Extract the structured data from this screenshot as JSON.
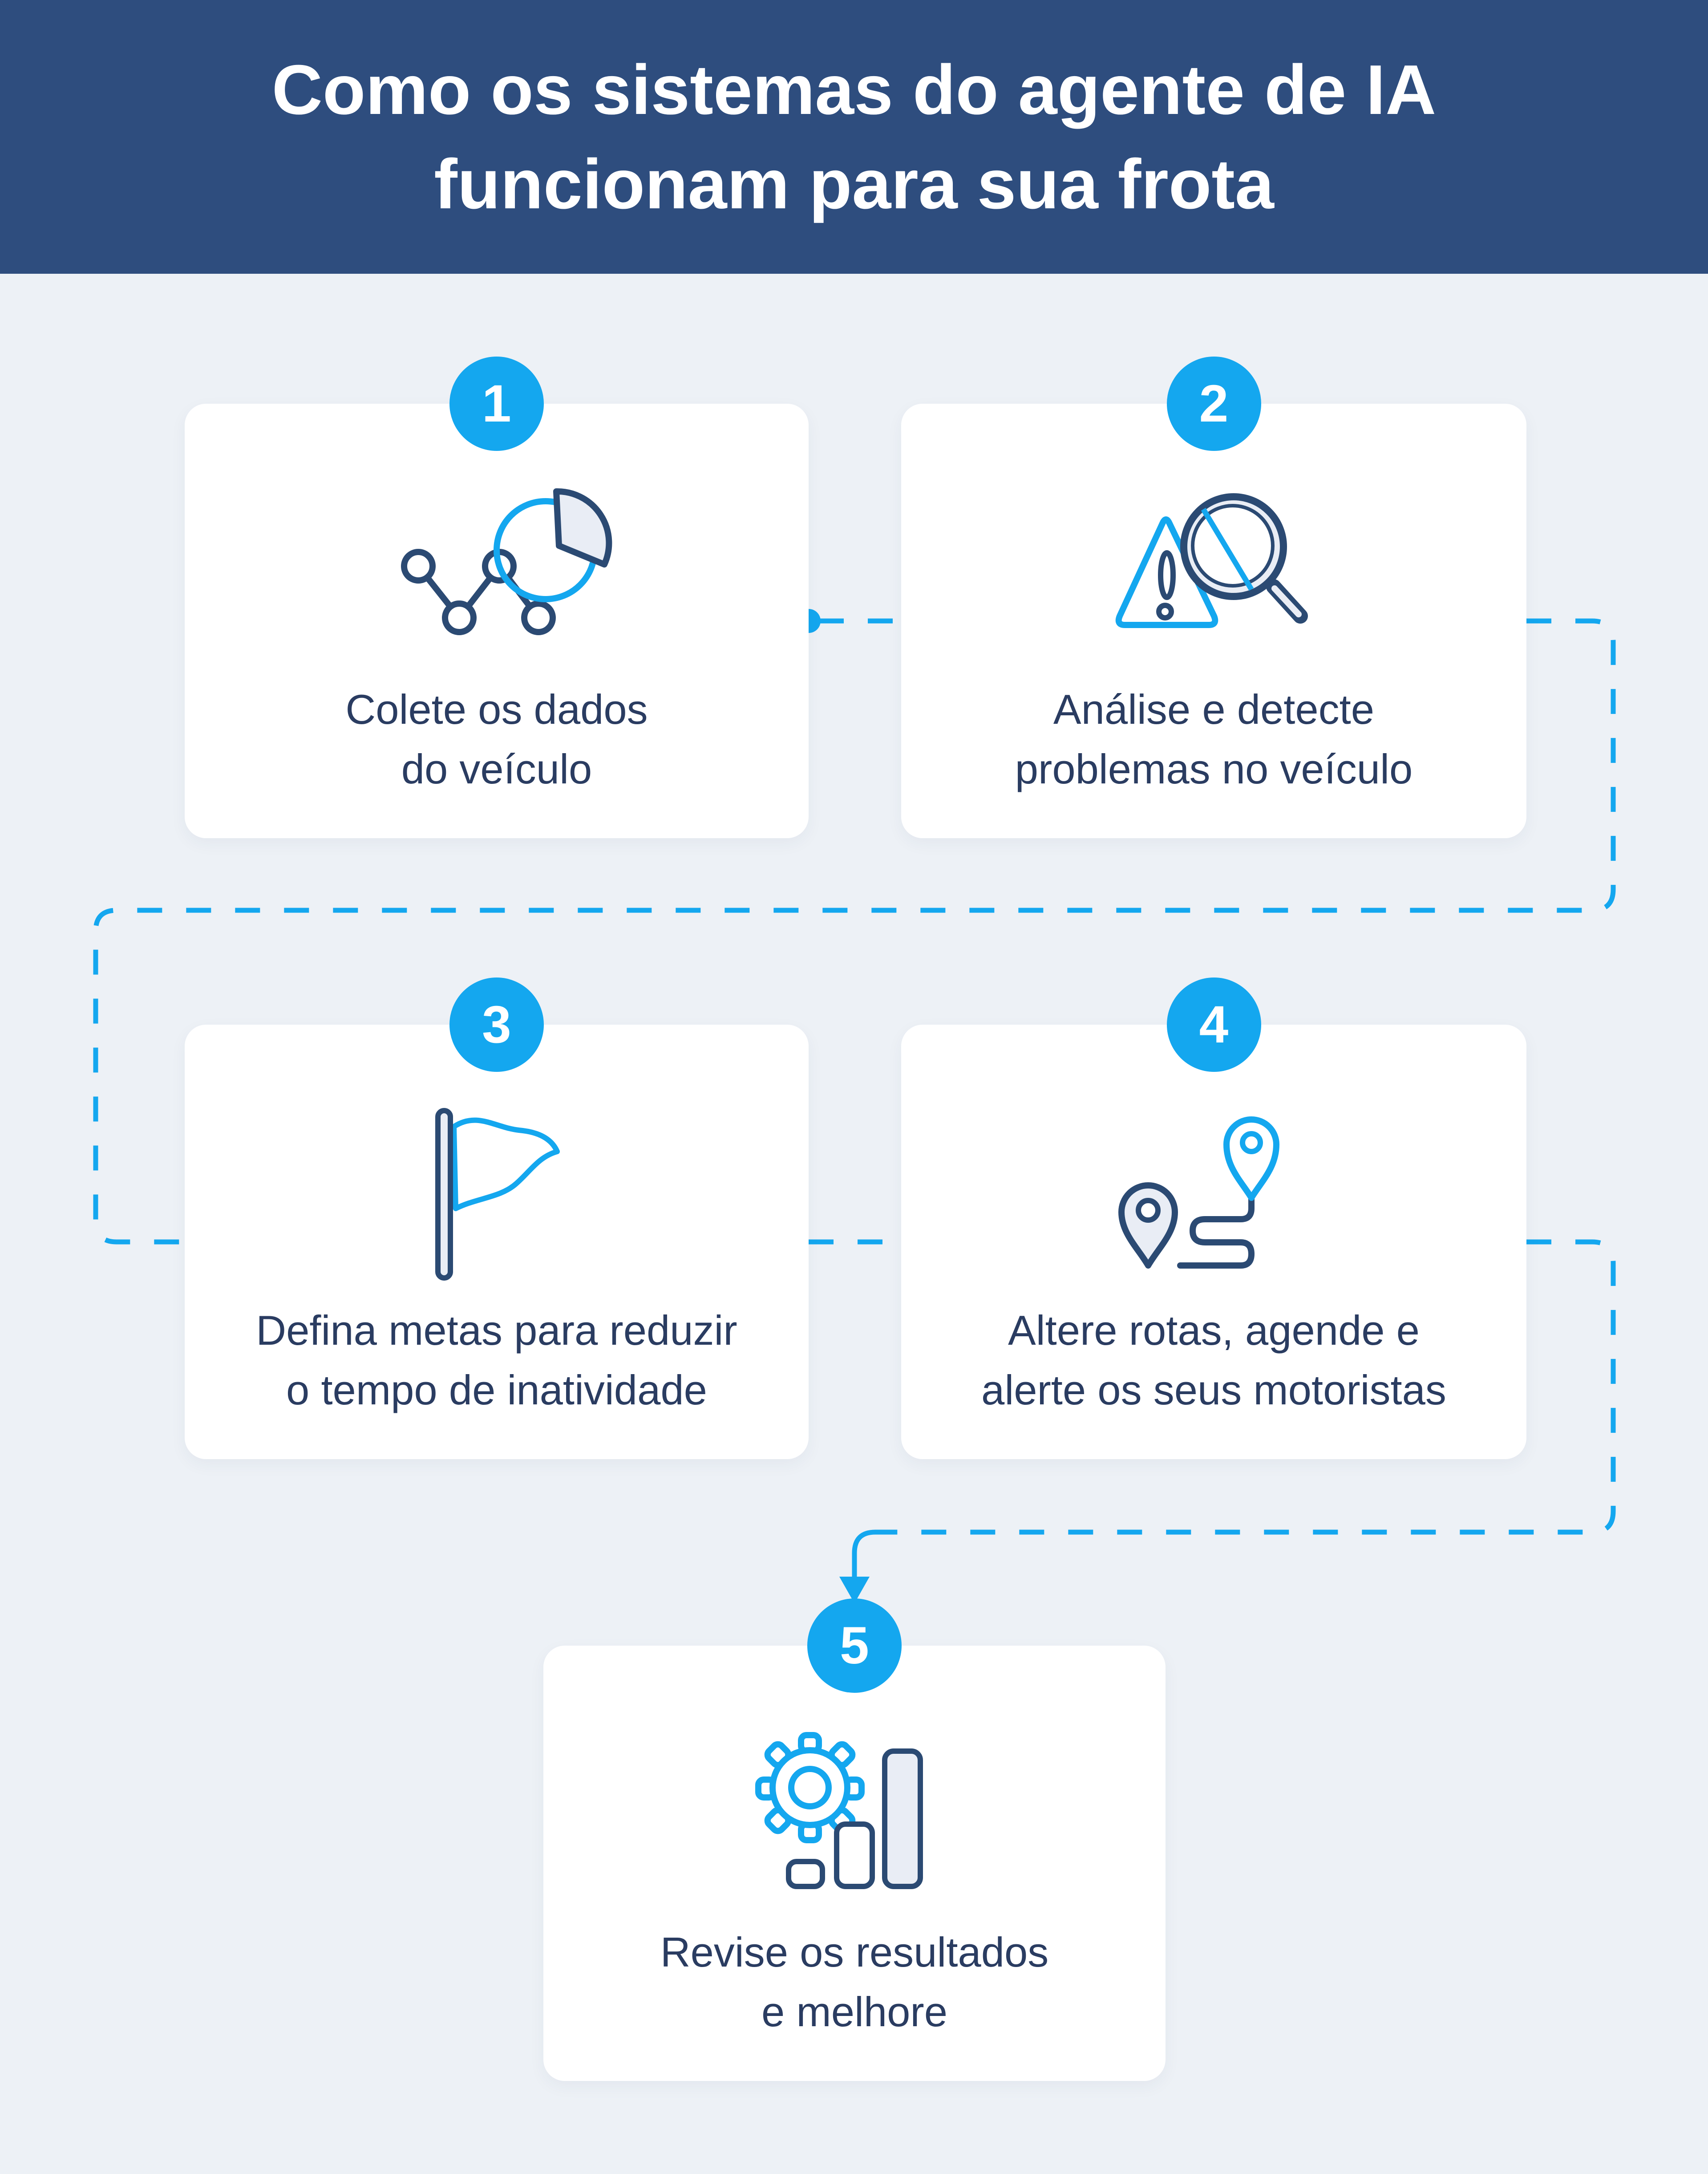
{
  "header": {
    "title_line1": "Como os sistemas do agente de IA",
    "title_line2": "funcionam para sua frota"
  },
  "steps": [
    {
      "number": "1",
      "label_line1": "Colete os dados",
      "label_line2": "do veículo",
      "icon": "vehicle-data-chart-icon"
    },
    {
      "number": "2",
      "label_line1": "Análise e detecte",
      "label_line2": "problemas no veículo",
      "icon": "alert-magnifier-icon"
    },
    {
      "number": "3",
      "label_line1": "Defina metas para reduzir",
      "label_line2": "o tempo de inatividade",
      "icon": "goal-flag-icon"
    },
    {
      "number": "4",
      "label_line1": "Altere rotas, agende e",
      "label_line2": "alerte os seus motoristas",
      "icon": "route-pins-icon"
    },
    {
      "number": "5",
      "label_line1": "Revise os resultados",
      "label_line2": "e melhore",
      "icon": "gear-bar-chart-icon"
    }
  ],
  "flow": {
    "connector_style": "dashed",
    "direction_sequence": "1 → 2 → 3 → 4 → 5",
    "arrow": "down-arrow-into-step-5"
  },
  "colors": {
    "page_bg": "#edf1f6",
    "header_bg": "#2e4d7e",
    "card_bg": "#ffffff",
    "accent_cyan": "#14a7ef",
    "text_navy": "#2a3c61",
    "icon_navy": "#2b4a73",
    "icon_light_fill": "#e9edf5"
  }
}
